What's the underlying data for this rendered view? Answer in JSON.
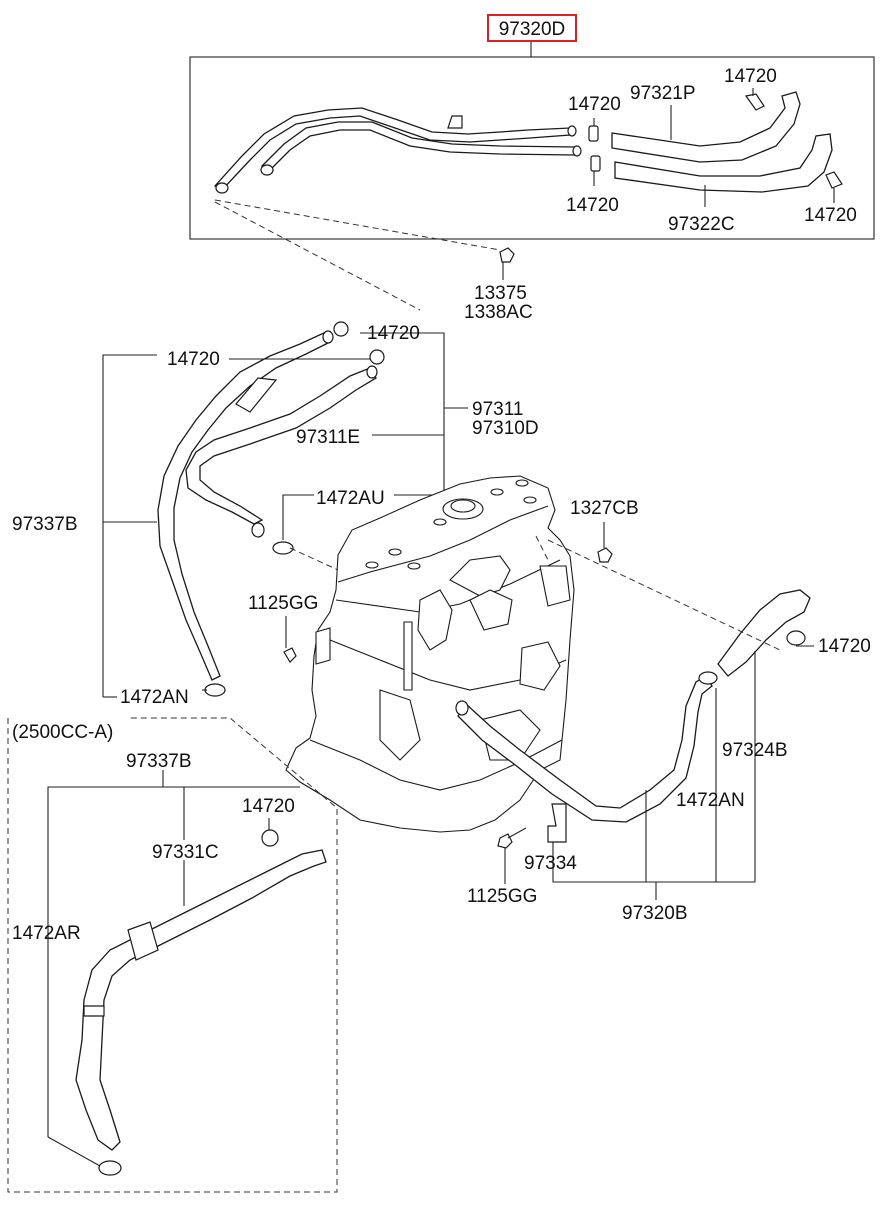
{
  "highlight_color": "#e0201c",
  "labels": {
    "top_assy": "97320D",
    "clip_a": "14720",
    "clip_b": "14720",
    "clip_c": "14720",
    "clip_d": "14720",
    "hose_97321p": "97321P",
    "hose_97322c": "97322C",
    "bolt_13375": "13375",
    "bolt_1338ac": "1338AC",
    "clip_e": "14720",
    "clip_f": "14720",
    "assy_97337b": "97337B",
    "hose_97311": "97311",
    "hose_97310d": "97310D",
    "hose_97311e": "97311E",
    "clamp_1472au": "1472AU",
    "nut_1327cb": "1327CB",
    "bolt_1125gg_a": "1125GG",
    "clip_g": "14720",
    "clamp_1472an_a": "1472AN",
    "hose_97324b": "97324B",
    "clamp_1472an_b": "1472AN",
    "bracket_97334": "97334",
    "bolt_1125gg_b": "1125GG",
    "assy_97320b": "97320B",
    "variant": "(2500CC-A)",
    "assy_97337b_b": "97337B",
    "clip_h": "14720",
    "hose_97331c": "97331C",
    "clamp_1472ar": "1472AR"
  }
}
